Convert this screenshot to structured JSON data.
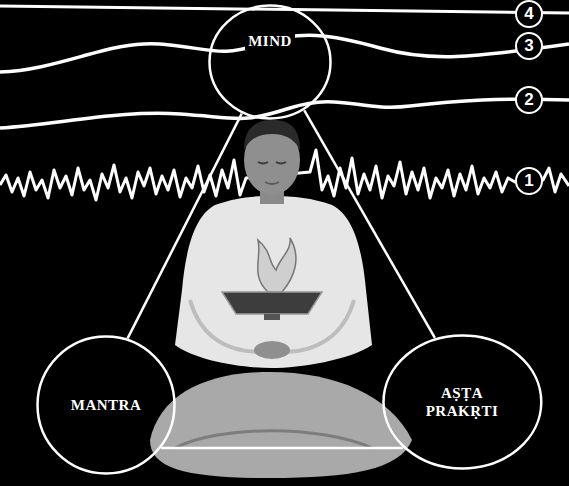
{
  "diagram": {
    "nodes": [
      {
        "text": [
          "MIND"
        ]
      },
      {
        "text": [
          "MANTRA"
        ]
      },
      {
        "text": [
          "AṢṬA PRAKṚTI"
        ]
      }
    ],
    "edges": [
      {
        "from": 0,
        "to": 1,
        "arrow": "none"
      },
      {
        "from": 0,
        "to": 2,
        "arrow": "none"
      },
      {
        "from": 1,
        "to": 2,
        "arrow": "none"
      }
    ],
    "labels": [
      "4",
      "3",
      "2",
      "1"
    ]
  }
}
